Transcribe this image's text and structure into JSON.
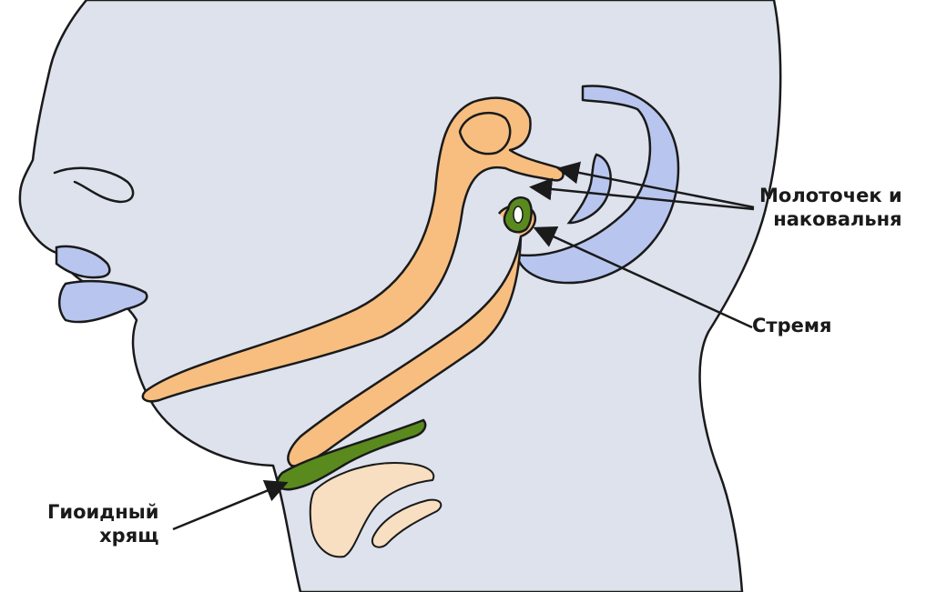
{
  "labels": {
    "malleus_incus": [
      "Молоточек и",
      "наковальня"
    ],
    "stapes": "Стремя",
    "hyoid": [
      "Гиоидный",
      "хрящ"
    ]
  },
  "colors": {
    "skin": "#dde2ed",
    "outline": "#1a1a1a",
    "bone": "#f7be80",
    "cartilage": "#5a8a1e",
    "ear": "#b8c6ef",
    "lips": "#b8c6ef",
    "larynx": "#f8dfc1"
  }
}
